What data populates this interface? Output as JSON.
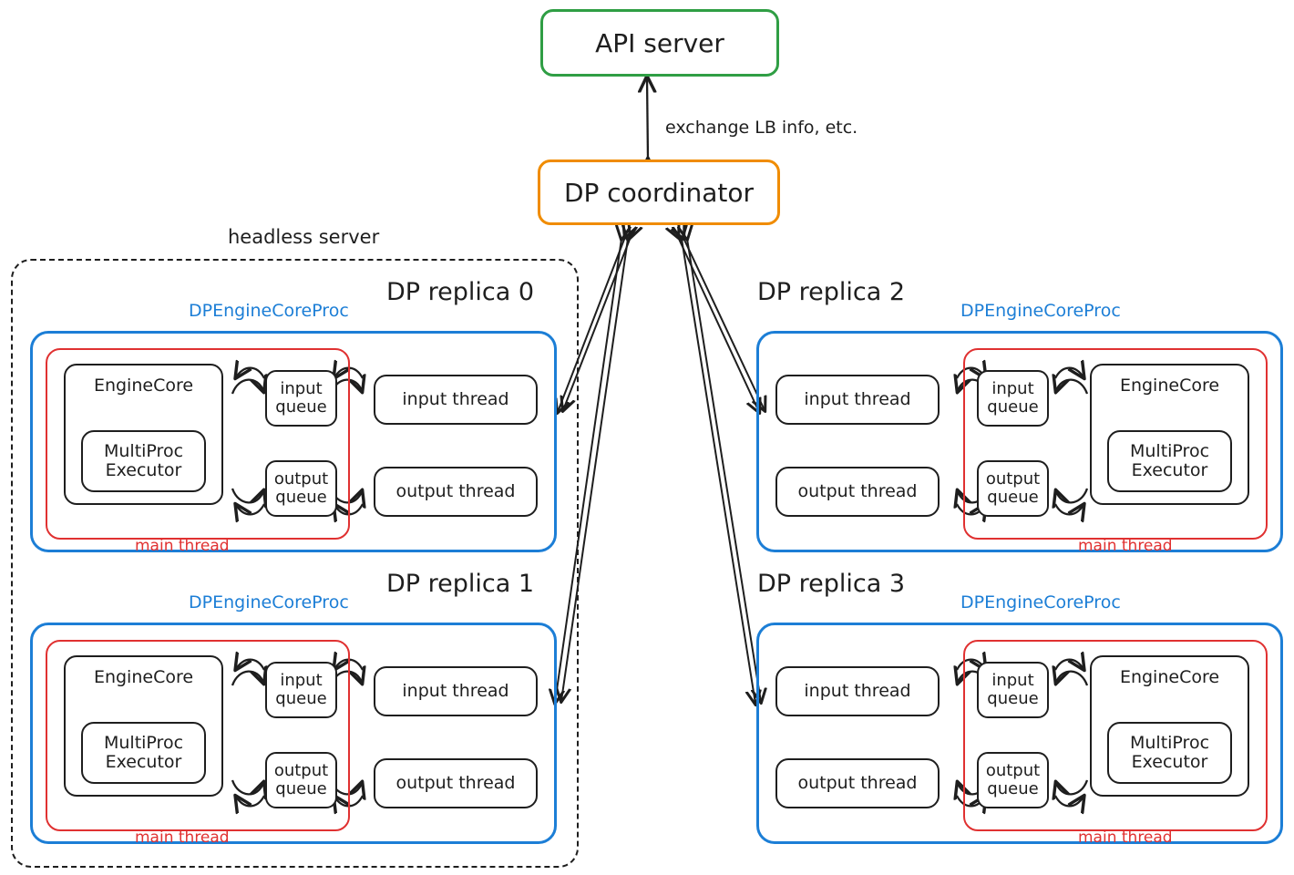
{
  "diagram": {
    "title_nodes": {
      "api_server": "API server",
      "dp_coordinator": "DP coordinator"
    },
    "edge_labels": {
      "coordinator_to_api": "exchange LB info, etc."
    },
    "group_labels": {
      "headless_server": "headless server"
    },
    "colors": {
      "api_server_border": "#2f9e44",
      "coordinator_border": "#f08c00",
      "process_border": "#1c7ed6",
      "main_thread_border": "#e03131",
      "node_border": "#1e1e1e",
      "text": "#1e1e1e",
      "background": "#ffffff"
    },
    "common_labels": {
      "process": "DPEngineCoreProc",
      "main_thread": "main thread",
      "engine_core": "EngineCore",
      "multiproc_executor": "MultiProc\nExecutor",
      "multiproc_executor_line1": "MultiProc",
      "multiproc_executor_line2": "Executor",
      "input_queue_line1": "input",
      "input_queue_line2": "queue",
      "output_queue_line1": "output",
      "output_queue_line2": "queue",
      "input_thread": "input thread",
      "output_thread": "output thread"
    },
    "replicas": [
      {
        "id": 0,
        "title": "DP replica 0",
        "orientation": "core-left",
        "inside_headless": true
      },
      {
        "id": 1,
        "title": "DP replica 1",
        "orientation": "core-left",
        "inside_headless": true
      },
      {
        "id": 2,
        "title": "DP replica 2",
        "orientation": "core-right",
        "inside_headless": false
      },
      {
        "id": 3,
        "title": "DP replica 3",
        "orientation": "core-right",
        "inside_headless": false
      }
    ]
  }
}
